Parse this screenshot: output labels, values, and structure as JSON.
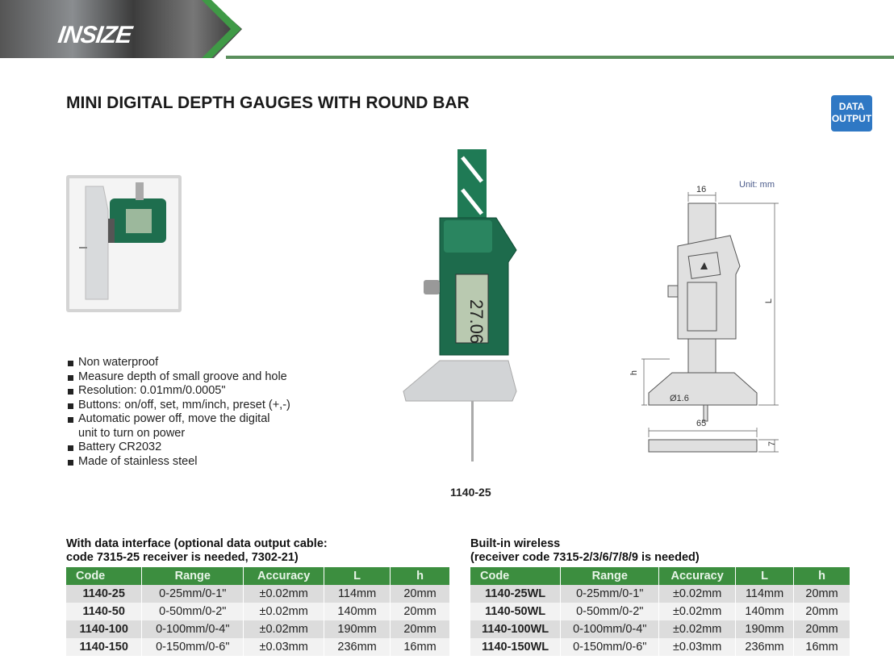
{
  "header": {
    "logo": "INSIZE"
  },
  "title": "MINI DIGITAL DEPTH GAUGES WITH ROUND BAR",
  "badge": {
    "line1": "DATA",
    "line2": "OUTPUT"
  },
  "features": [
    "Non waterproof",
    "Measure depth of small groove and hole",
    "Resolution: 0.01mm/0.0005\"",
    "Buttons: on/off, set, mm/inch, preset (+,-)",
    "Automatic power off, move the digital unit to turn on power",
    "Battery CR2032",
    "Made of stainless steel"
  ],
  "product_caption": "1140-25",
  "drawing": {
    "unit": "Unit: mm",
    "width": "16",
    "length": "L",
    "height": "h",
    "diameter": "Ø1.6",
    "base_width": "65",
    "base_thickness": "7"
  },
  "table_left": {
    "title1": "With data interface (optional data output cable:",
    "title2": "code 7315-25 receiver is needed, 7302-21)",
    "headers": [
      "Code",
      "Range",
      "Accuracy",
      "L",
      "h"
    ],
    "rows": [
      [
        "1140-25",
        "0-25mm/0-1\"",
        "±0.02mm",
        "114mm",
        "20mm"
      ],
      [
        "1140-50",
        "0-50mm/0-2\"",
        "±0.02mm",
        "140mm",
        "20mm"
      ],
      [
        "1140-100",
        "0-100mm/0-4\"",
        "±0.02mm",
        "190mm",
        "20mm"
      ],
      [
        "1140-150",
        "0-150mm/0-6\"",
        "±0.03mm",
        "236mm",
        "16mm"
      ]
    ]
  },
  "table_right": {
    "title1": "Built-in wireless",
    "title2": "(receiver code 7315-2/3/6/7/8/9 is needed)",
    "headers": [
      "Code",
      "Range",
      "Accuracy",
      "L",
      "h"
    ],
    "rows": [
      [
        "1140-25WL",
        "0-25mm/0-1\"",
        "±0.02mm",
        "114mm",
        "20mm"
      ],
      [
        "1140-50WL",
        "0-50mm/0-2\"",
        "±0.02mm",
        "140mm",
        "20mm"
      ],
      [
        "1140-100WL",
        "0-100mm/0-4\"",
        "±0.02mm",
        "190mm",
        "20mm"
      ],
      [
        "1140-150WL",
        "0-150mm/0-6\"",
        "±0.03mm",
        "236mm",
        "16mm"
      ]
    ]
  }
}
